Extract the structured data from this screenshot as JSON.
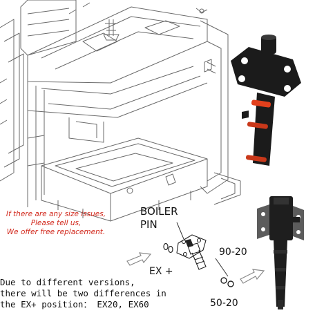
{
  "notice": {
    "line1": "If there are any size issues,",
    "line2": "Please tell us,",
    "line3": "We offer free replacement."
  },
  "labels": {
    "boiler": "BOILER",
    "pin": "PIN",
    "ex_plus": "EX +",
    "size_top": "90-20",
    "size_bottom": "50-20"
  },
  "description": {
    "line1": "Due to different versions,",
    "line2": "there will be two differences in",
    "line3": "the EX+ position： EX20, EX60"
  },
  "colors": {
    "accent_red": "#d22a1e",
    "part_black": "#1b1b1b",
    "seal_orange": "#e2401c",
    "line_gray": "#6a6a6a"
  }
}
